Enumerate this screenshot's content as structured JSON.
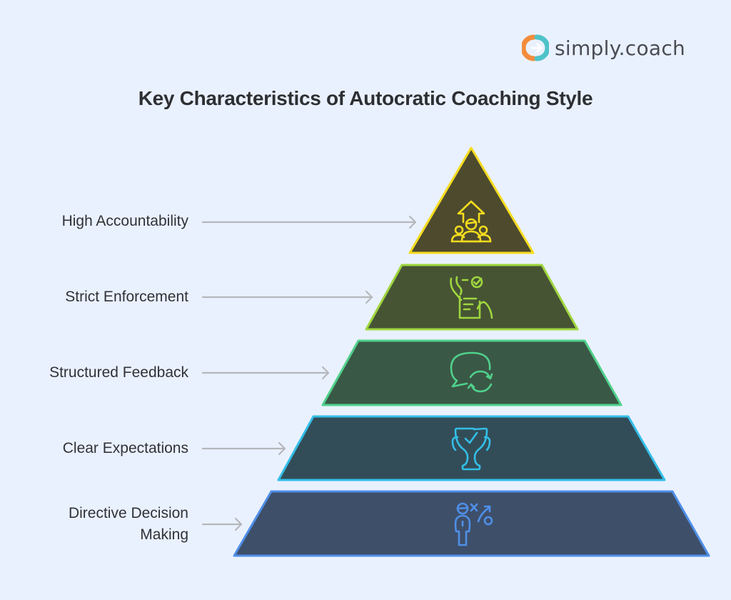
{
  "brand": {
    "name": "simply.coach",
    "logo_colors": {
      "left": "#f28c3c",
      "right": "#4fc3c8"
    }
  },
  "title": "Key Characteristics of Autocratic Coaching Style",
  "pyramid": {
    "tiers": [
      {
        "level": 1,
        "label": "High Accountability",
        "icon": "team-growth-arrow-icon",
        "fill": "#4d4a2e",
        "stroke": "#f5dc1e"
      },
      {
        "level": 2,
        "label": "Strict Enforcement",
        "icon": "clipboard-check-hands-icon",
        "fill": "#465434",
        "stroke": "#9fd63e"
      },
      {
        "level": 3,
        "label": "Structured Feedback",
        "icon": "chat-refresh-icon",
        "fill": "#3a5846",
        "stroke": "#4fd18b"
      },
      {
        "level": 4,
        "label": "Clear Expectations",
        "icon": "trophy-check-icon",
        "fill": "#334d58",
        "stroke": "#33bfe8"
      },
      {
        "level": 5,
        "label_line1": "Directive Decision",
        "label_line2": "Making",
        "label": "Directive Decision Making",
        "icon": "coach-strategy-icon",
        "fill": "#3e4f6a",
        "stroke": "#4f8fe8"
      }
    ],
    "arrow_color": "#b5b7bb"
  }
}
